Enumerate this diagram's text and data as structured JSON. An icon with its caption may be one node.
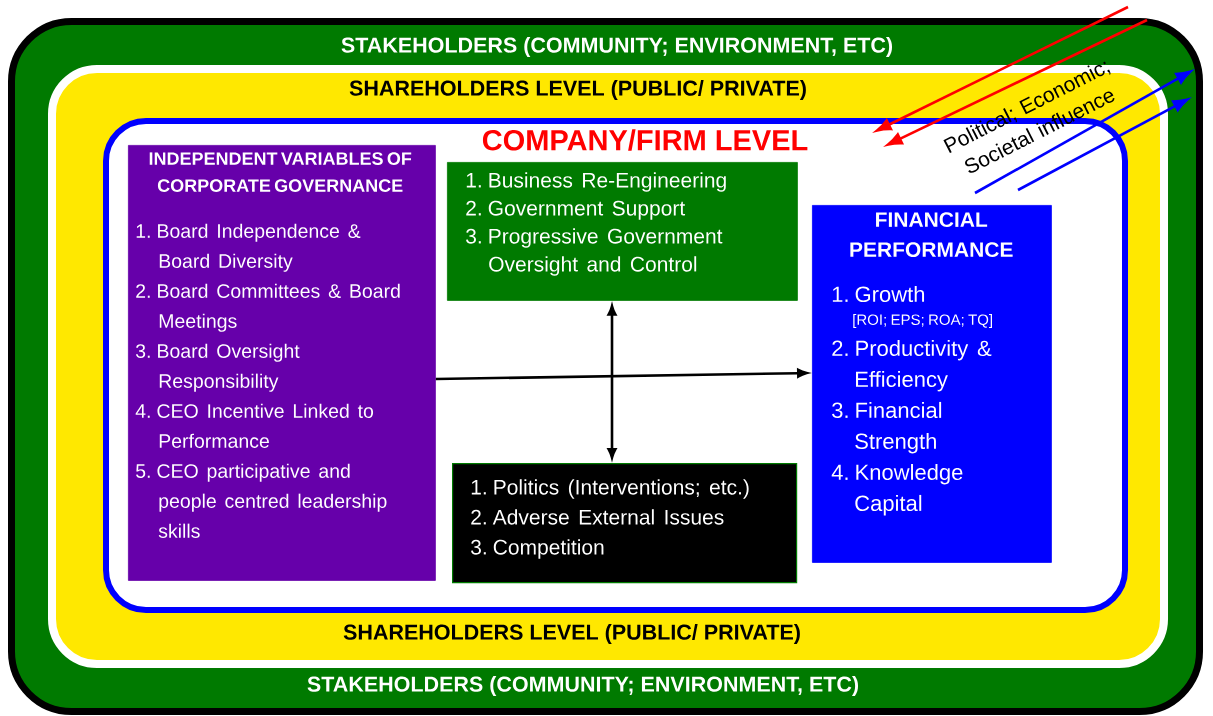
{
  "diagram": {
    "nodes": [
      {
        "text": [
          "STAKEHOLDERS (COMMUNITY; ENVIRONMENT, ETC)",
          "STAKEHOLDERS (COMMUNITY; ENVIRONMENT, ETC)"
        ]
      },
      {
        "text": [
          "SHAREHOLDERS LEVEL (PUBLIC/ PRIVATE)",
          "SHAREHOLDERS LEVEL (PUBLIC/ PRIVATE)"
        ],
        "in": 0
      },
      {
        "text": [
          "COMPANY/FIRM LEVEL"
        ],
        "in": 1
      },
      {
        "text": [
          "INDEPENDENT VARIABLES OF CORPORATE GOVERNANCE",
          "1. Board Independence & Board Diversity",
          "2. Board Committees & Board Meetings",
          "3. Board Oversight Responsibility",
          "4. CEO Incentive Linked to Performance",
          "5. CEO participative and people centred leadership skills"
        ],
        "in": 2
      },
      {
        "text": [
          "1. Business Re-Engineering",
          "2. Government Support",
          "3. Progressive Government Oversight and Control"
        ],
        "in": 2
      },
      {
        "text": [
          "1. Politics (Interventions; etc.)",
          "2. Adverse External Issues",
          "3. Competition"
        ],
        "in": 2
      },
      {
        "text": [
          "FINANCIAL PERFORMANCE",
          "1. Growth",
          "[ROI; EPS; ROA; TQ]",
          "2. Productivity & Efficiency",
          "3. Financial Strength",
          "4. Knowledge Capital"
        ],
        "in": 2
      }
    ],
    "edges": [
      {
        "from": 3,
        "to": 6,
        "arrow": "to"
      },
      {
        "from": 4,
        "to": 5,
        "arrow": "both"
      }
    ],
    "labels": [
      "Political; Economic; Societal influence"
    ]
  }
}
